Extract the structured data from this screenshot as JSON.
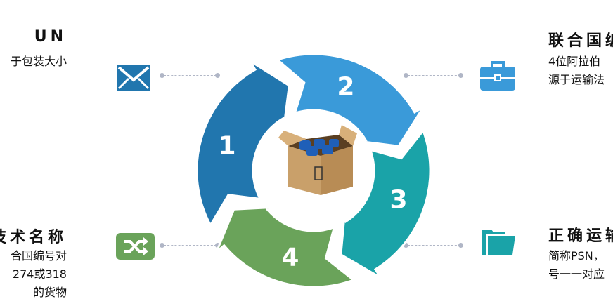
{
  "colors": {
    "seg1": "#2176ae",
    "seg2": "#3a9ad9",
    "seg3": "#1aa3a8",
    "seg4": "#6aa35a",
    "connector": "#b0b6c6"
  },
  "segments": [
    {
      "label": "1"
    },
    {
      "label": "2"
    },
    {
      "label": "3"
    },
    {
      "label": "4"
    }
  ],
  "top_left": {
    "title": "UN",
    "lines": [
      "于包装大小"
    ],
    "icon": "envelope-icon"
  },
  "bottom_left": {
    "title": "技术名称",
    "lines": [
      "合国编号对",
      "274或318",
      "的货物"
    ],
    "icon": "shuffle-icon"
  },
  "top_right": {
    "title": "联合国编",
    "lines": [
      "4位阿拉伯",
      "源于运输法"
    ],
    "icon": "briefcase-icon"
  },
  "bottom_right": {
    "title": "正确运输",
    "lines": [
      "简称PSN，",
      "号一一对应"
    ],
    "icon": "folder-icon"
  },
  "center": {
    "icon": "cardboard-box-icon"
  }
}
